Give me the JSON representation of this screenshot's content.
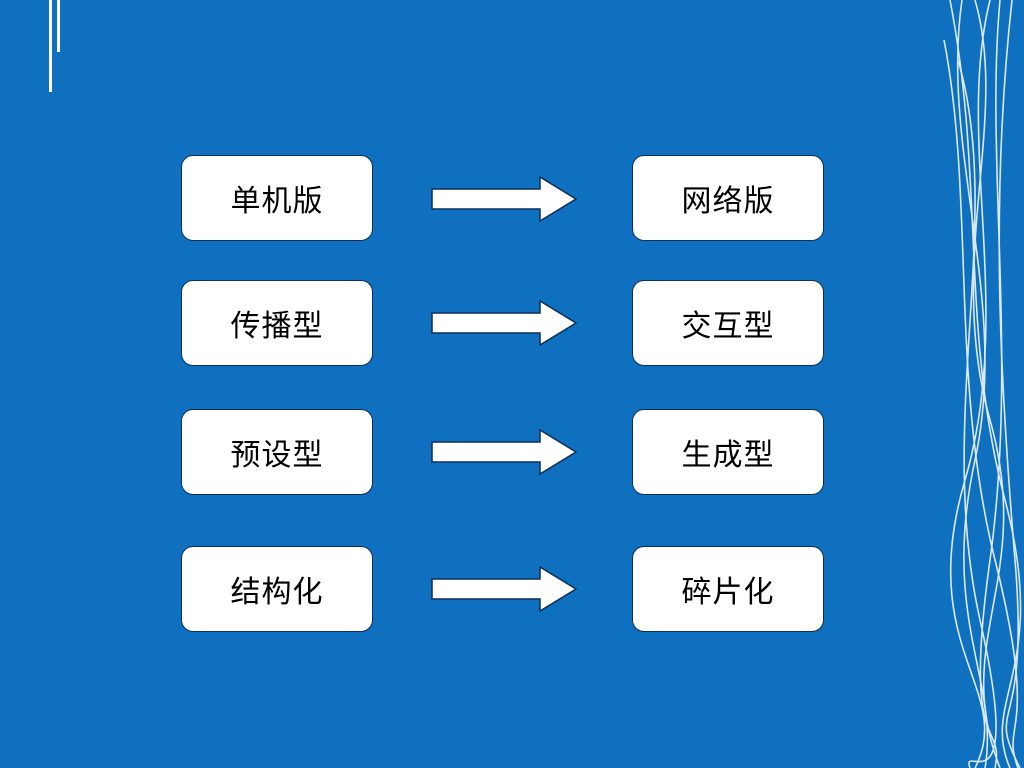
{
  "slide": {
    "background_color": "#1070c0",
    "rows": [
      {
        "from_label": "单机版",
        "to_label": "网络版"
      },
      {
        "from_label": "传播型",
        "to_label": "交互型"
      },
      {
        "from_label": "预设型",
        "to_label": "生成型"
      },
      {
        "from_label": "结构化",
        "to_label": "碎片化"
      }
    ]
  }
}
